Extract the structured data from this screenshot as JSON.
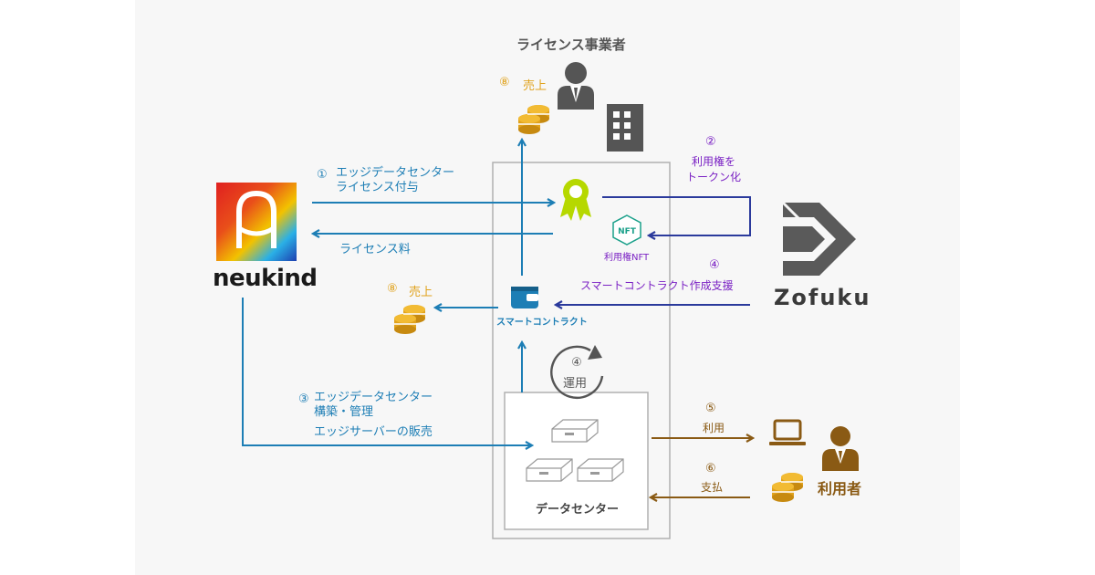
{
  "licensee": {
    "title": "ライセンス事業者",
    "sales_num": "⑧",
    "sales_label": "売上"
  },
  "neukind": {
    "name": "neukind"
  },
  "zofuku": {
    "name": "Zofuku"
  },
  "flows": {
    "f1_num": "①",
    "f1_line1": "エッジデータセンター",
    "f1_line2": "ライセンス付与",
    "license_fee": "ライセンス料",
    "f2_num": "②",
    "f2_line1": "利用権を",
    "f2_line2": "トークン化",
    "nft_label": "利用権NFT",
    "f4_num": "④",
    "f4_label": "スマートコントラクト作成支援",
    "sales_left_num": "⑧",
    "sales_left_label": "売上",
    "wallet_label": "スマートコントラクト",
    "ops_num": "④",
    "ops_label": "運用",
    "f3_num": "③",
    "f3_line1": "エッジデータセンター",
    "f3_line2": "構築・管理",
    "f3_line3": "エッジサーバーの販売",
    "f5_num": "⑤",
    "f5_label": "利用",
    "f6_num": "⑥",
    "f6_label": "支払"
  },
  "datacenter": {
    "label": "データセンター"
  },
  "user": {
    "label": "利用者"
  },
  "colors": {
    "blue": "#1d7eb5",
    "navy": "#2b3a9c",
    "brown": "#8a5a14",
    "gold": "#e0a21c",
    "purple": "#7b22c4",
    "dark": "#555555"
  }
}
